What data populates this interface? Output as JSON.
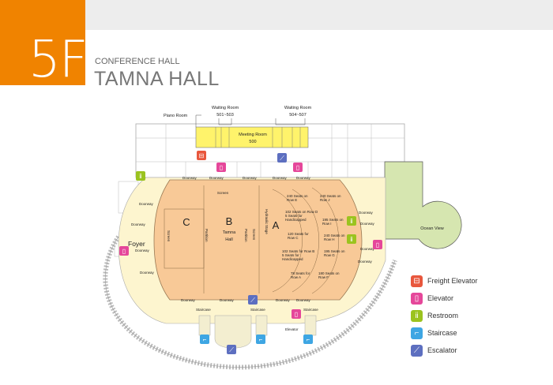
{
  "header": {
    "floor": "5F",
    "subtitle": "CONFERENCE HALL",
    "title": "TAMNA HALL"
  },
  "rooms": {
    "piano_room": "Piano Room",
    "waiting_room_a": [
      "Waiting Room",
      "501~503"
    ],
    "waiting_room_b": [
      "Waiting Room",
      "504~507"
    ],
    "meeting_room": [
      "Meeting Room",
      "500"
    ],
    "ocean_view": "Ocean View",
    "foyer": "Foyer",
    "hall_c": "C",
    "hall_b": "B",
    "hall_name": [
      "Tamna",
      "Hall"
    ],
    "hall_a": "A"
  },
  "labels": {
    "doorway": "Doorway",
    "staircase": "Staircase",
    "elevator": "Elevator",
    "screen": "Screen",
    "partition": "Partition",
    "hydraulic_stage": "Hydraulic Stage"
  },
  "seating": [
    [
      "240 Seats on",
      "Row E"
    ],
    [
      "240 Seats on",
      "Row J"
    ],
    [
      "102 Seats on Row D",
      "5 Seats for",
      "Handicapped"
    ],
    [
      "195 Seats on",
      "Row I"
    ],
    [
      "120 Seats for",
      "Row C"
    ],
    [
      "240 Seats on",
      "Row H"
    ],
    [
      "102 Seats for Row B",
      "5 Seats for",
      "Handicapped"
    ],
    [
      "195 Seats on",
      "Row G"
    ],
    [
      "78 Seats for",
      "Row A"
    ],
    [
      "180 Seats on",
      "Row F"
    ]
  ],
  "legend": [
    {
      "label": "Freight Elevator",
      "icon": "freight-elevator-icon",
      "color": "#e8573d"
    },
    {
      "label": "Elevator",
      "icon": "elevator-icon",
      "color": "#e5479a"
    },
    {
      "label": "Restroom",
      "icon": "restroom-icon",
      "color": "#9bc31f"
    },
    {
      "label": "Staircase",
      "icon": "staircase-icon",
      "color": "#3ea6e3"
    },
    {
      "label": "Escalator",
      "icon": "escalator-icon",
      "color": "#5d6fc0"
    }
  ]
}
